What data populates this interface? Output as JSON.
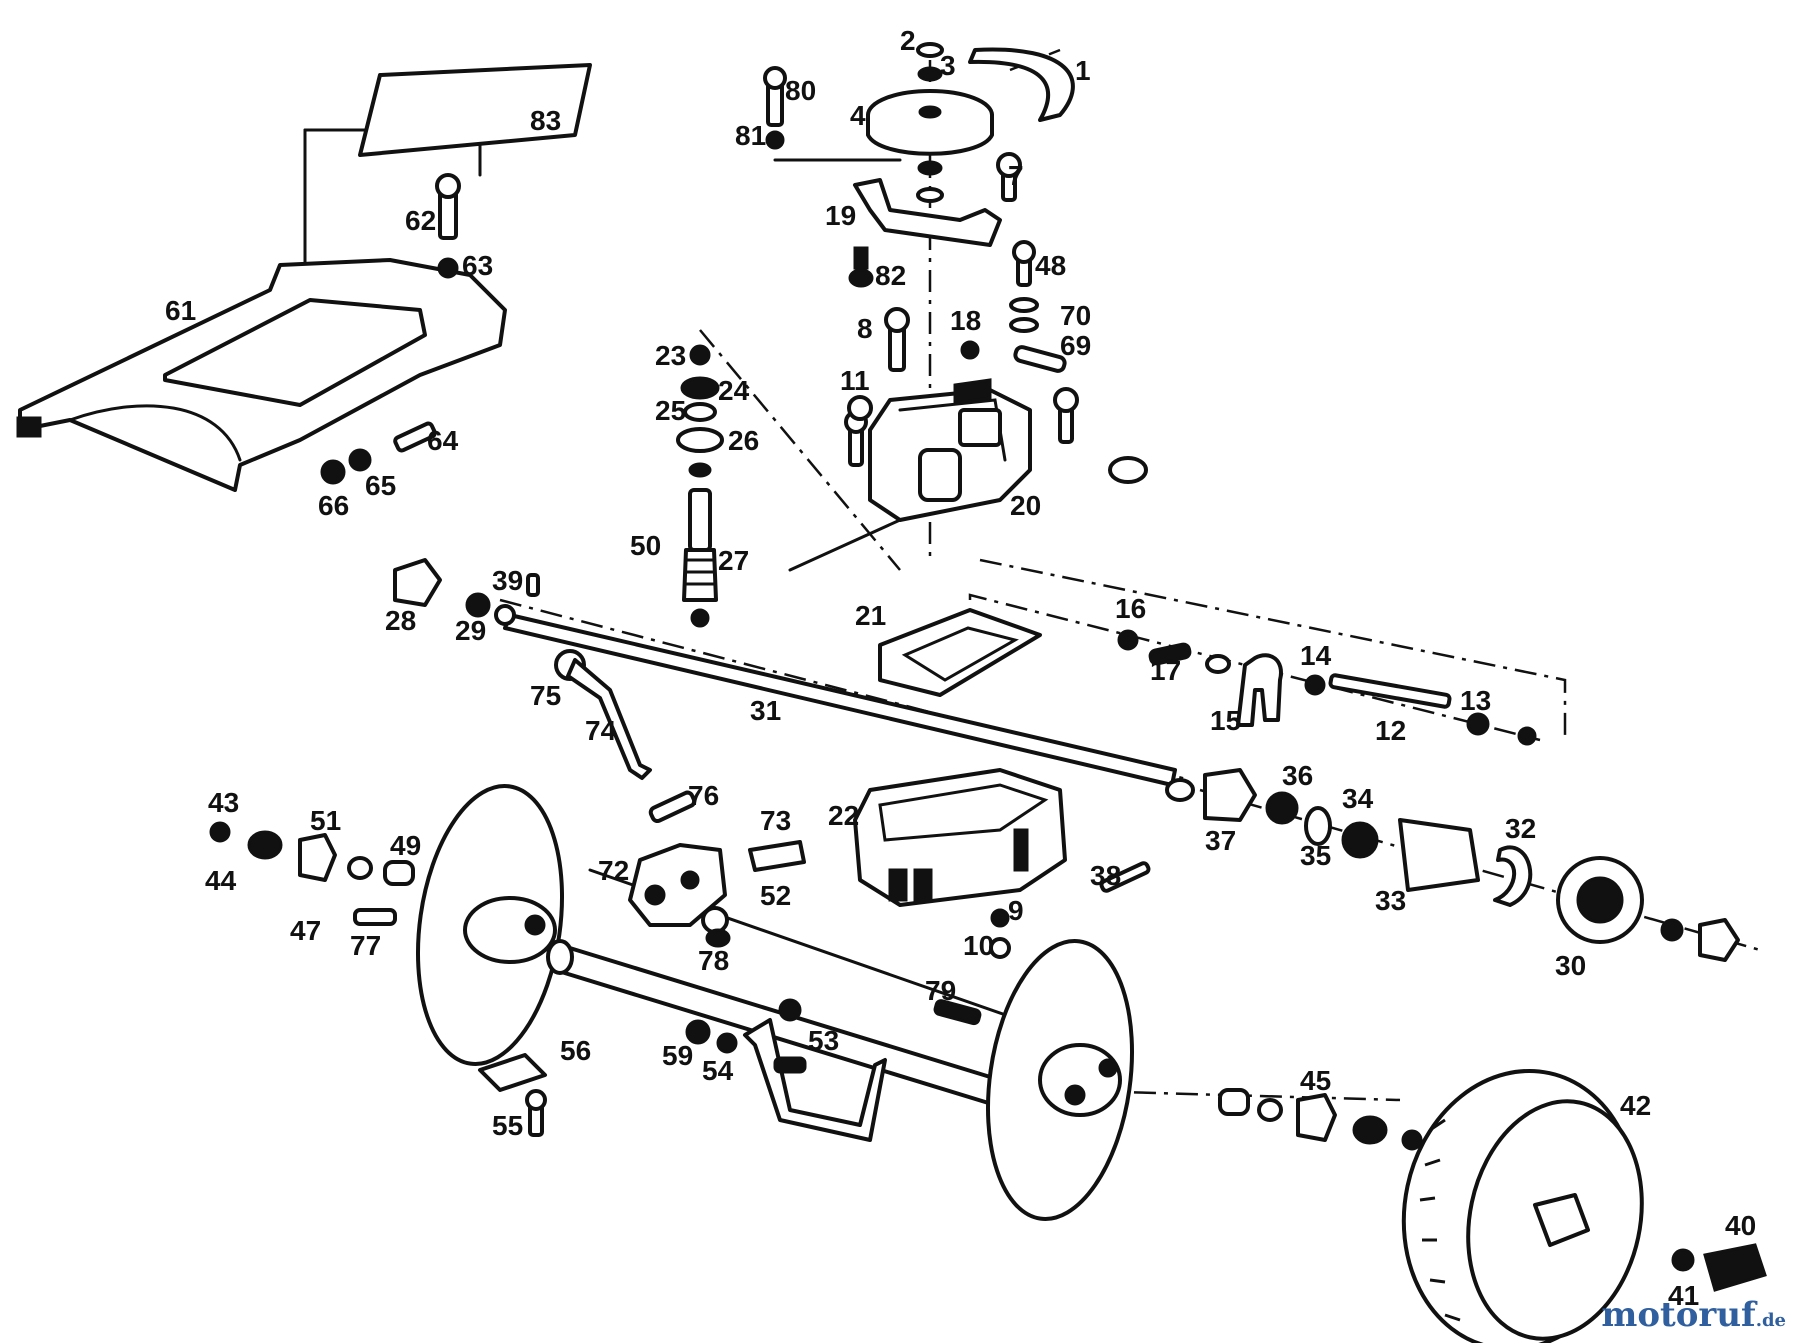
{
  "labels": [
    "1",
    "2",
    "3",
    "4",
    "80",
    "81",
    "83",
    "7",
    "19",
    "82",
    "48",
    "70",
    "62",
    "63",
    "61",
    "8",
    "18",
    "69",
    "23",
    "24",
    "25",
    "26",
    "11",
    "64",
    "65",
    "66",
    "20",
    "50",
    "27",
    "39",
    "28",
    "29",
    "21",
    "16",
    "17",
    "15",
    "14",
    "12",
    "13",
    "31",
    "75",
    "74",
    "76",
    "43",
    "44",
    "51",
    "47",
    "49",
    "73",
    "22",
    "36",
    "34",
    "37",
    "35",
    "33",
    "32",
    "38",
    "72",
    "52",
    "78",
    "77",
    "9",
    "10",
    "30",
    "79",
    "53",
    "59",
    "54",
    "56",
    "55",
    "45",
    "42",
    "41",
    "40"
  ],
  "watermark": {
    "brand": "motoruf",
    "suffix": ".de"
  },
  "colors": {
    "ink": "#111111",
    "paper": "#ffffff",
    "watermark": "#2f5f9e"
  }
}
